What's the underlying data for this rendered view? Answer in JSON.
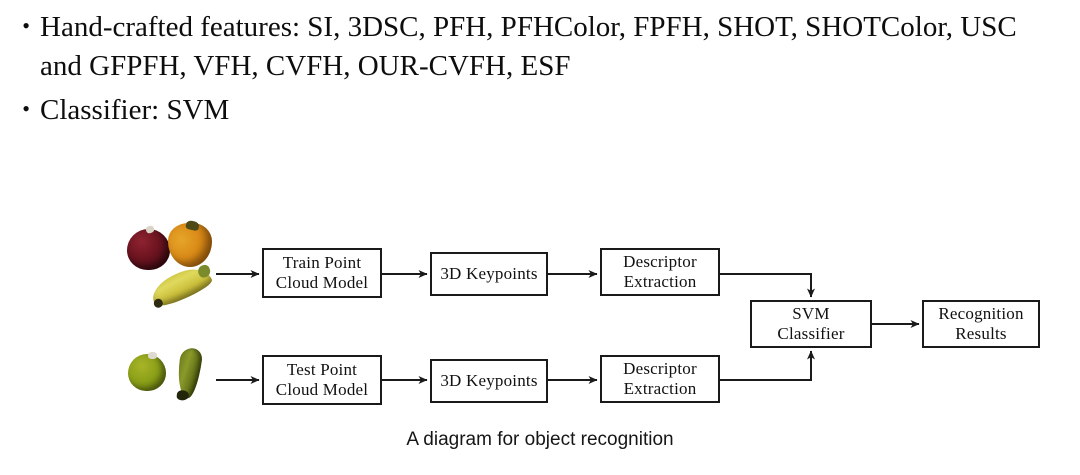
{
  "slide": {
    "bullets": [
      {
        "marker": "•",
        "text": "Hand-crafted features: SI, 3DSC, PFH, PFHColor, FPFH, SHOT, SHOTColor, USC and GFPFH, VFH, CVFH, OUR-CVFH, ESF"
      },
      {
        "marker": "•",
        "text": "Classifier: SVM"
      }
    ],
    "figure": {
      "caption": "A diagram for object recognition",
      "nodes": {
        "train_point_cloud_model": {
          "line1": "Train Point",
          "line2": "Cloud Model"
        },
        "keypoints_train": {
          "line1": "3D Keypoints"
        },
        "descriptor_extraction_train": {
          "line1": "Descriptor",
          "line2": "Extraction"
        },
        "svm_classifier": {
          "line1": "SVM",
          "line2": "Classifier"
        },
        "recognition_results": {
          "line1": "Recognition",
          "line2": "Results"
        },
        "test_point_cloud_model": {
          "line1": "Test Point",
          "line2": "Cloud Model"
        },
        "keypoints_test": {
          "line1": "3D Keypoints"
        },
        "descriptor_extraction_test": {
          "line1": "Descriptor",
          "line2": "Extraction"
        }
      },
      "objects": {
        "train": [
          {
            "name": "red-apple",
            "color": "#6d1420"
          },
          {
            "name": "orange-bell-pepper",
            "color": "#d98a17"
          },
          {
            "name": "yellow-banana",
            "color": "#cfc742"
          }
        ],
        "test": [
          {
            "name": "green-apple",
            "color": "#8ba018"
          },
          {
            "name": "green-cucumber",
            "color": "#6d7a1d"
          }
        ]
      },
      "colors": {
        "stroke": "#1a1a1a",
        "background": "#ffffff",
        "text": "#111111"
      }
    }
  }
}
